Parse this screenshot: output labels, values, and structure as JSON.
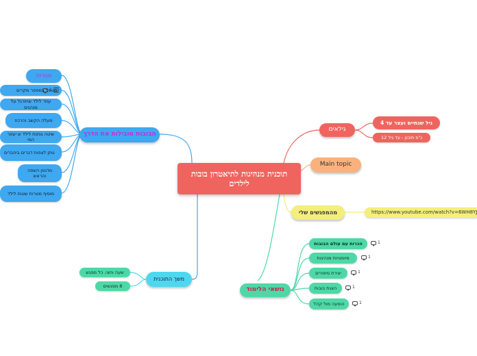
{
  "central_topic": "תוכנית מנהיגות לתיאטרון בובות לילדים",
  "branches": {
    "tools": {
      "label": "הבובות מובילות את הדרך",
      "items": [
        {
          "label": "מטרות"
        },
        {
          "label": "מטפל במספר מקרים",
          "badge": "1"
        },
        {
          "label": "עוזר לילד שיתרגל על מנהגים"
        },
        {
          "label": "מעלה הקשב והרכוז"
        },
        {
          "label": "שיטה נותנת לילד ש יעזור המי"
        },
        {
          "label": "נותן לצפות דברים ביחברים"
        },
        {
          "label": "מדגמן השפה והראש"
        },
        {
          "label": "מוסיף מטרות שונות לילד"
        }
      ]
    },
    "ages": {
      "label": "גילאים",
      "items": [
        {
          "label": "גיל שנתיים ועצר עד 4"
        },
        {
          "label": "נ\"פ תוכנן - עד גיל 12"
        }
      ]
    },
    "main_topic": {
      "label": "Main topic"
    },
    "meetings": {
      "label": "מהמפגשים שלי",
      "link": "https://www.youtube.com/watch?v=6WH8YJX0"
    },
    "duration": {
      "label": "משך התוכנית",
      "items": [
        {
          "label": "שעה וחצי, כל מפגש"
        },
        {
          "label": "8 מפגשים"
        }
      ]
    },
    "subjects": {
      "label": "נושאי הלימוד",
      "items": [
        {
          "label": "הכרות עם עולם הבובות",
          "badge": "1"
        },
        {
          "label": "מיומנויות מנהיגות",
          "badge": "1"
        },
        {
          "label": "יצירת סיפורים",
          "badge": "1"
        },
        {
          "label": "הצגת בובות",
          "badge": "1"
        },
        {
          "label": "הופעה מול קהל",
          "badge": "1"
        }
      ]
    }
  },
  "colors": {
    "central": "#f0645f",
    "tools_branch": "#3ea8f0",
    "tools_label_text": "#c02fd8",
    "ages_branch": "#f0645f",
    "main_topic": "#f9b27d",
    "meetings": "#f4ef7a",
    "subjects_branch": "#4ed8a8",
    "subjects_label_text": "#d0204a",
    "duration_branch": "#4ed8f0"
  }
}
